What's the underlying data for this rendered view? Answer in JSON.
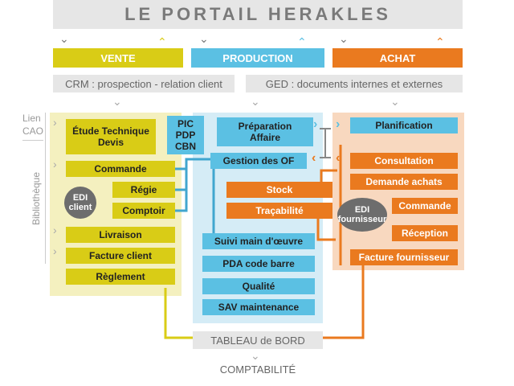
{
  "header": {
    "title": "LE PORTAIL HERAKLES"
  },
  "columns": {
    "vente": "VENTE",
    "production": "PRODUCTION",
    "achat": "ACHAT"
  },
  "subheads": {
    "crm": "CRM : prospection - relation client",
    "ged": "GED : documents internes et externes"
  },
  "side": {
    "lien": "Lien",
    "cao": "CAO",
    "bibliotheque": "Bibliothèque"
  },
  "vente": {
    "etude": "Étude Technique\nDevis",
    "commande": "Commande",
    "regie": "Régie",
    "comptoir": "Comptoir",
    "edi": "EDI\nclient",
    "livraison": "Livraison",
    "facture": "Facture client",
    "reglement": "Règlement"
  },
  "production": {
    "pic": "PIC\nPDP\nCBN",
    "preparation": "Préparation\nAffaire",
    "gestion_of": "Gestion des OF",
    "stock": "Stock",
    "tracabilite": "Traçabilité",
    "suivi": "Suivi main d'œuvre",
    "pda": "PDA code barre",
    "qualite": "Qualité",
    "sav": "SAV maintenance"
  },
  "achat": {
    "planification": "Planification",
    "consultation": "Consultation",
    "demande": "Demande achats",
    "commande": "Commande",
    "edi": "EDI\nfournisseur",
    "reception": "Réception",
    "facture": "Facture fournisseur"
  },
  "footer": {
    "tableau": "TABLEAU de BORD",
    "compta": "COMPTABILITÉ"
  },
  "colors": {
    "yellow": "#d9cc16",
    "blue": "#5bc0e3",
    "orange": "#ea7a1f",
    "grey": "#e6e6e6"
  }
}
